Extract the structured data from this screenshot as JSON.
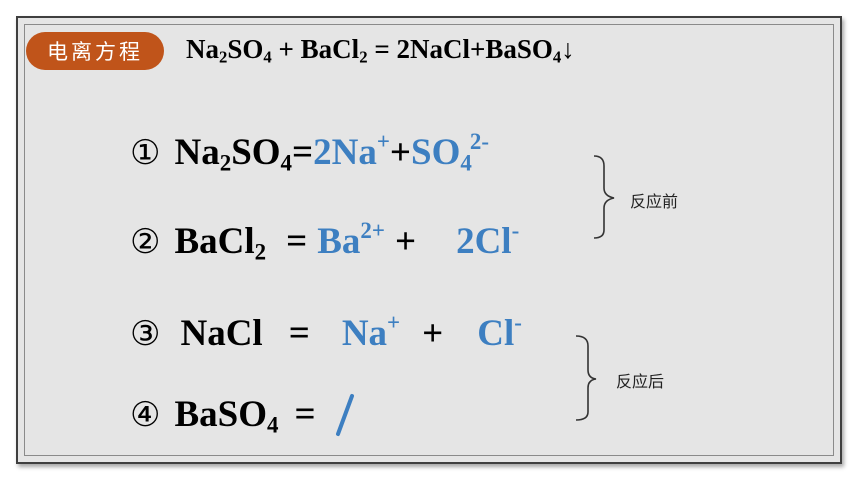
{
  "badge": {
    "label": "电离方程"
  },
  "main_equation": {
    "left1": "Na",
    "left1_sub1": "2",
    "left1_mid": "SO",
    "left1_sub2": "4",
    "plus1": " + ",
    "left2": "BaCl",
    "left2_sub": "2",
    "equals": " = ",
    "right": "2NaCl+BaSO",
    "right_sub": "4",
    "arrow": "↓"
  },
  "equations": [
    {
      "marker": "①",
      "f1": "Na",
      "s1": "2",
      "f2": "SO",
      "s2": "4",
      "eq": "=",
      "ion1": "2Na",
      "ion1_sup": "+",
      "plus": "+",
      "ion2": "SO",
      "ion2_sub": "4",
      "ion2_sup": "2-"
    },
    {
      "marker": "②",
      "f1": "BaCl",
      "s1": "2",
      "eq": "=",
      "ion1": "Ba",
      "ion1_sup": "2+",
      "plus": "+",
      "ion2": "2Cl",
      "ion2_sup": "-"
    },
    {
      "marker": "③",
      "f1": "NaCl",
      "eq": "=",
      "ion1": "Na",
      "ion1_sup": "+",
      "plus": "+",
      "ion2": "Cl",
      "ion2_sup": "-"
    },
    {
      "marker": "④",
      "f1": "BaSO",
      "s1": "4",
      "eq": "="
    }
  ],
  "labels": {
    "before": "反应前",
    "after": "反应后"
  },
  "colors": {
    "badge": "#c0541a",
    "ion": "#3d7fc1",
    "frame_bg": "#e5e5e5"
  }
}
